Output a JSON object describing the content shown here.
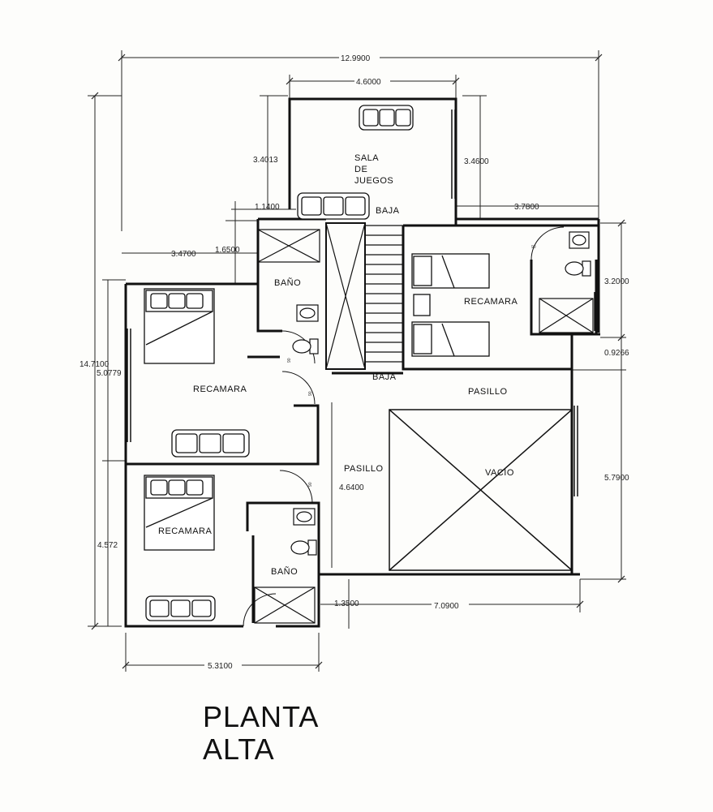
{
  "title": {
    "line1": "PLANTA",
    "line2": "ALTA"
  },
  "rooms": {
    "sala_line1": "SALA",
    "sala_line2": "DE",
    "sala_line3": "JUEGOS",
    "bano_top": "BAÑO",
    "bano_bottom": "BAÑO",
    "recamara_right": "RECAMARA",
    "recamara_mid": "RECAMARA",
    "recamara_bottom": "RECAMARA",
    "pasillo_right": "PASILLO",
    "pasillo_left": "PASILLO",
    "vacio": "VACIO",
    "baja_top": "BAJA",
    "baja_bottom": "BAJA"
  },
  "dimensions": {
    "total_width": "12.9900",
    "sala_width": "4.6000",
    "d_3_4013": "3.4013",
    "d_3_4600": "3.4600",
    "d_1_1400": "1.1400",
    "d_3_7800": "3.7800",
    "d_3_4700": "3.4700",
    "d_1_6500": "1.6500",
    "d_3_2000": "3.2000",
    "d_0_9266": "0.9266",
    "d_14_7100": "14.7100",
    "d_5_0779": "5.0779",
    "d_4_6400": "4.6400",
    "d_5_7900": "5.7900",
    "d_4_572": "4.572",
    "d_1_3500": "1.3500",
    "d_7_0900": "7.0900",
    "d_5_3100": "5.3100"
  },
  "door_marks": {
    "m1": "90",
    "m2": "90",
    "m3": "90",
    "m4": "90"
  }
}
